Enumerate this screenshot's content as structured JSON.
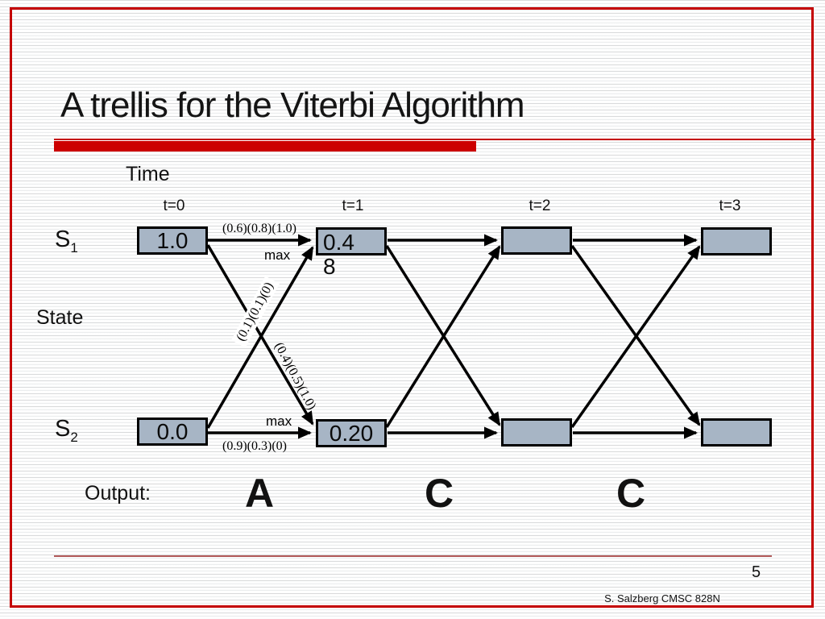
{
  "slide": {
    "title": "A trellis for the Viterbi Algorithm",
    "page_number": "5",
    "attribution": "S. Salzberg CMSC 828N"
  },
  "labels": {
    "time": "Time",
    "state": "State",
    "s1_base": "S",
    "s1_sub": "1",
    "s2_base": "S",
    "s2_sub": "2",
    "output": "Output:"
  },
  "columns": [
    {
      "label": "t=0"
    },
    {
      "label": "t=1"
    },
    {
      "label": "t=2"
    },
    {
      "label": "t=3"
    }
  ],
  "nodes": {
    "t0_top": "1.0",
    "t0_bottom": "0.0",
    "t1_top": "0.4\n8",
    "t1_bottom": "0.20",
    "t2_top": "",
    "t2_bottom": "",
    "t3_top": "",
    "t3_bottom": ""
  },
  "edge_labels": {
    "top_product": "(0.6)(0.8)(1.0)",
    "top_max": "max",
    "diag_up_product": "(0.1)(0.1)(0)",
    "diag_down_product": "(0.4)(0.5)(1.0)",
    "bottom_max": "max",
    "bottom_product": "(0.9)(0.3)(0)"
  },
  "outputs": [
    "A",
    "C",
    "C"
  ],
  "colors": {
    "accent_red": "#cc0000",
    "frame_red": "#c40000",
    "node_fill": "#a7b5c5",
    "footer_line": "#b25a5a"
  }
}
